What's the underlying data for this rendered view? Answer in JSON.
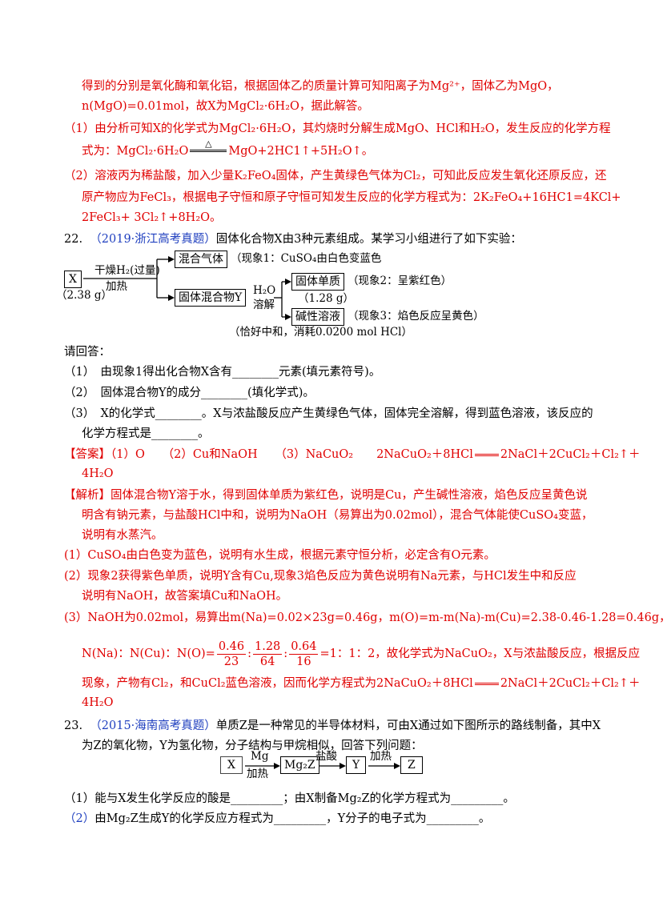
{
  "top": {
    "l1": "得到的分别是氧化酶和氧化铝，根据固体乙的质量计算可知阳离子为Mg²⁺，固体乙为MgO，",
    "l2": "n(MgO)=0.01mol，故X为MgCl₂·6H₂O，据此解答。",
    "p1a": "（1）由分析可知X的化学式为MgCl₂·6H₂O，其灼烧时分解生成MgO、HCl和H₂O，发生反应的化学方程",
    "p1b_pre": "式为：MgCl₂·6H₂O",
    "p1b_cond": "△",
    "p1b_post": "MgO+2HC1↑+5H₂O↑。",
    "p2a": "（2）溶液丙为稀盐酸，加入少量K₂FeO₄固体，产生黄绿色气体为Cl₂，可知此反应发生氧化还原反应，还",
    "p2b": "原产物应为FeCl₃，根据电子守恒和原子守恒可知发生反应的化学方程式为：2K₂FeO₄+16HC1=4KCl+",
    "p2c": "2FeCl₃+ 3Cl₂↑+8H₂O。"
  },
  "q22": {
    "num": "22.",
    "source": "（2019·浙江高考真题）",
    "stem": "固体化合物X由3种元素组成。某学习小组进行了如下实验：",
    "diagram": {
      "x_box": "X",
      "x_mass": "（2.38 g）",
      "step1_top": "干燥H₂(过量)",
      "step1_bottom": "加热",
      "gas_box": "混合气体",
      "obs1": "（现象1：CuSO₄由白色变蓝色",
      "solid_box": "固体混合物Y",
      "step2_top": "H₂O",
      "step2_bottom": "溶解",
      "single_box": "固体单质",
      "obs2": "（现象2：呈紫红色）",
      "single_mass": "（1.28 g）",
      "alk_box": "碱性溶液",
      "obs3": "（现象3：焰色反应呈黄色）",
      "neutral": "（恰好中和，消耗0.0200 mol HCl）"
    },
    "prompt": "请回答：",
    "q1": "（1）　由现象1得出化合物X含有________元素(填元素符号)。",
    "q2": "（2）　固体混合物Y的成分________(填化学式)。",
    "q3a": "（3）　X的化学式________。X与浓盐酸反应产生黄绿色气体，固体完全溶解，得到蓝色溶液，该反应的",
    "q3b": "化学方程式是________。",
    "ans_tag": "【答案】",
    "ans_1": "（1）O　　（2）Cu和NaOH　　（3）NaCuO₂　　2NaCuO₂＋8HCl",
    "ans_2": "2NaCl＋2CuCl₂＋Cl₂↑＋",
    "ans_3": "4H₂O",
    "jx_tag": "【解析】",
    "jx_1": "固体混合物Y溶于水，得到固体单质为紫红色，说明是Cu，产生碱性溶液，焰色反应呈黄色说",
    "jx_2": "明含有钠元素，与盐酸HCl中和，说明为NaOH（易算出为0.02mol），混合气体能使CuSO₄变蓝，",
    "jx_3": "说明有水蒸汽。",
    "a1": "(1）CuSO₄由白色变为蓝色，说明有水生成，根据元素守恒分析，必定含有O元素。",
    "a2a": "(2）现象2获得紫色单质，说明Y含有Cu,现象3焰色反应为黄色说明有Na元素，与HCl发生中和反应",
    "a2b": "说明有NaOH，故答案填Cu和NaOH。",
    "a3a": "(3）NaOH为0.02mol，易算出m(Na)=0.02×23g=0.46g，m(O)=m-m(Na)-m(Cu)=2.38-0.46-1.28=0.46g，",
    "a3b_pre": "N(Na)：N(Cu)：N(O)=",
    "f1n": "0.46",
    "f1d": "23",
    "f2n": "1.28",
    "f2d": "64",
    "f3n": "0.64",
    "f3d": "16",
    "a3b_post": "=1：1：2，故化学式为NaCuO₂，X与浓盐酸反应，根据反应",
    "a3c": "现象，产物有Cl₂，和CuCl₂蓝色溶液，因而化学方程式为2NaCuO₂＋8HCl",
    "a3c_end": "2NaCl＋2CuCl₂＋Cl₂↑＋",
    "a3d": "4H₂O"
  },
  "q23": {
    "num": "23.",
    "source": "（2015·海南高考真题）",
    "stem1": "单质Z是一种常见的半导体材料，可由X通过如下图所示的路线制备，其中X",
    "stem2": "为Z的氧化物，Y为氢化物，分子结构与甲烷相似，回答下列问题：",
    "diagram": {
      "x": "X",
      "s1_top": "Mg",
      "s1_bottom": "加热",
      "mg2z": "Mg₂Z",
      "s2_top": "盐酸",
      "y": "Y",
      "s3_top": "加热",
      "z": "Z"
    },
    "q1": "（1）能与X发生化学反应的酸是_________；由X制备Mg₂Z的化学方程式为_________。",
    "q2": "（2）由Mg₂Z生成Y的化学反应方程式为_________，Y分子的电子式为_________。"
  }
}
